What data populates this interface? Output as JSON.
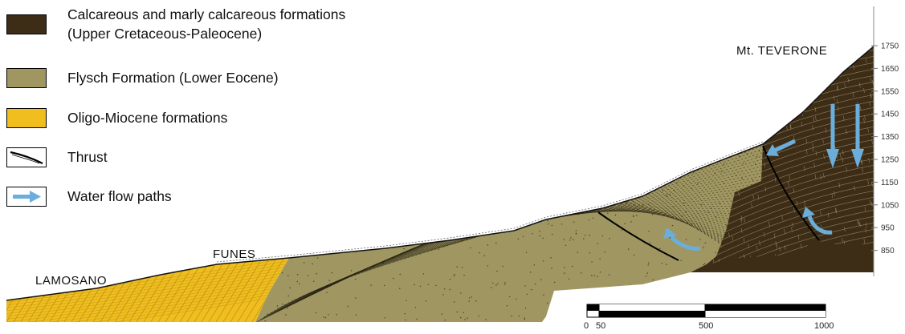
{
  "legend": {
    "items": [
      {
        "label_line1": "Calcareous and marly calcareous formations",
        "label_line2": "(Upper Cretaceous-Paleocene)",
        "color": "#3d2d17"
      },
      {
        "label_line1": "Flysch Formation (Lower Eocene)",
        "label_line2": "",
        "color": "#9f9661"
      },
      {
        "label_line1": "Oligo-Miocene formations",
        "label_line2": "",
        "color": "#f0be1e"
      },
      {
        "label_line1": "Thrust",
        "label_line2": "",
        "icon": "thrust-line-icon"
      },
      {
        "label_line1": "Water flow paths",
        "label_line2": "",
        "icon": "arrow-right-icon",
        "color": "#6baedb"
      }
    ]
  },
  "places": {
    "summit": "Mt. TEVERONE",
    "village_mid": "FUNES",
    "village_low": "LAMOSANO"
  },
  "elevation_axis": {
    "ticks": [
      "1750",
      "1650",
      "1550",
      "1450",
      "1350",
      "1250",
      "1150",
      "1050",
      "950",
      "850"
    ]
  },
  "scale_bar": {
    "labels": [
      "0",
      "50",
      "500",
      "1000"
    ]
  }
}
